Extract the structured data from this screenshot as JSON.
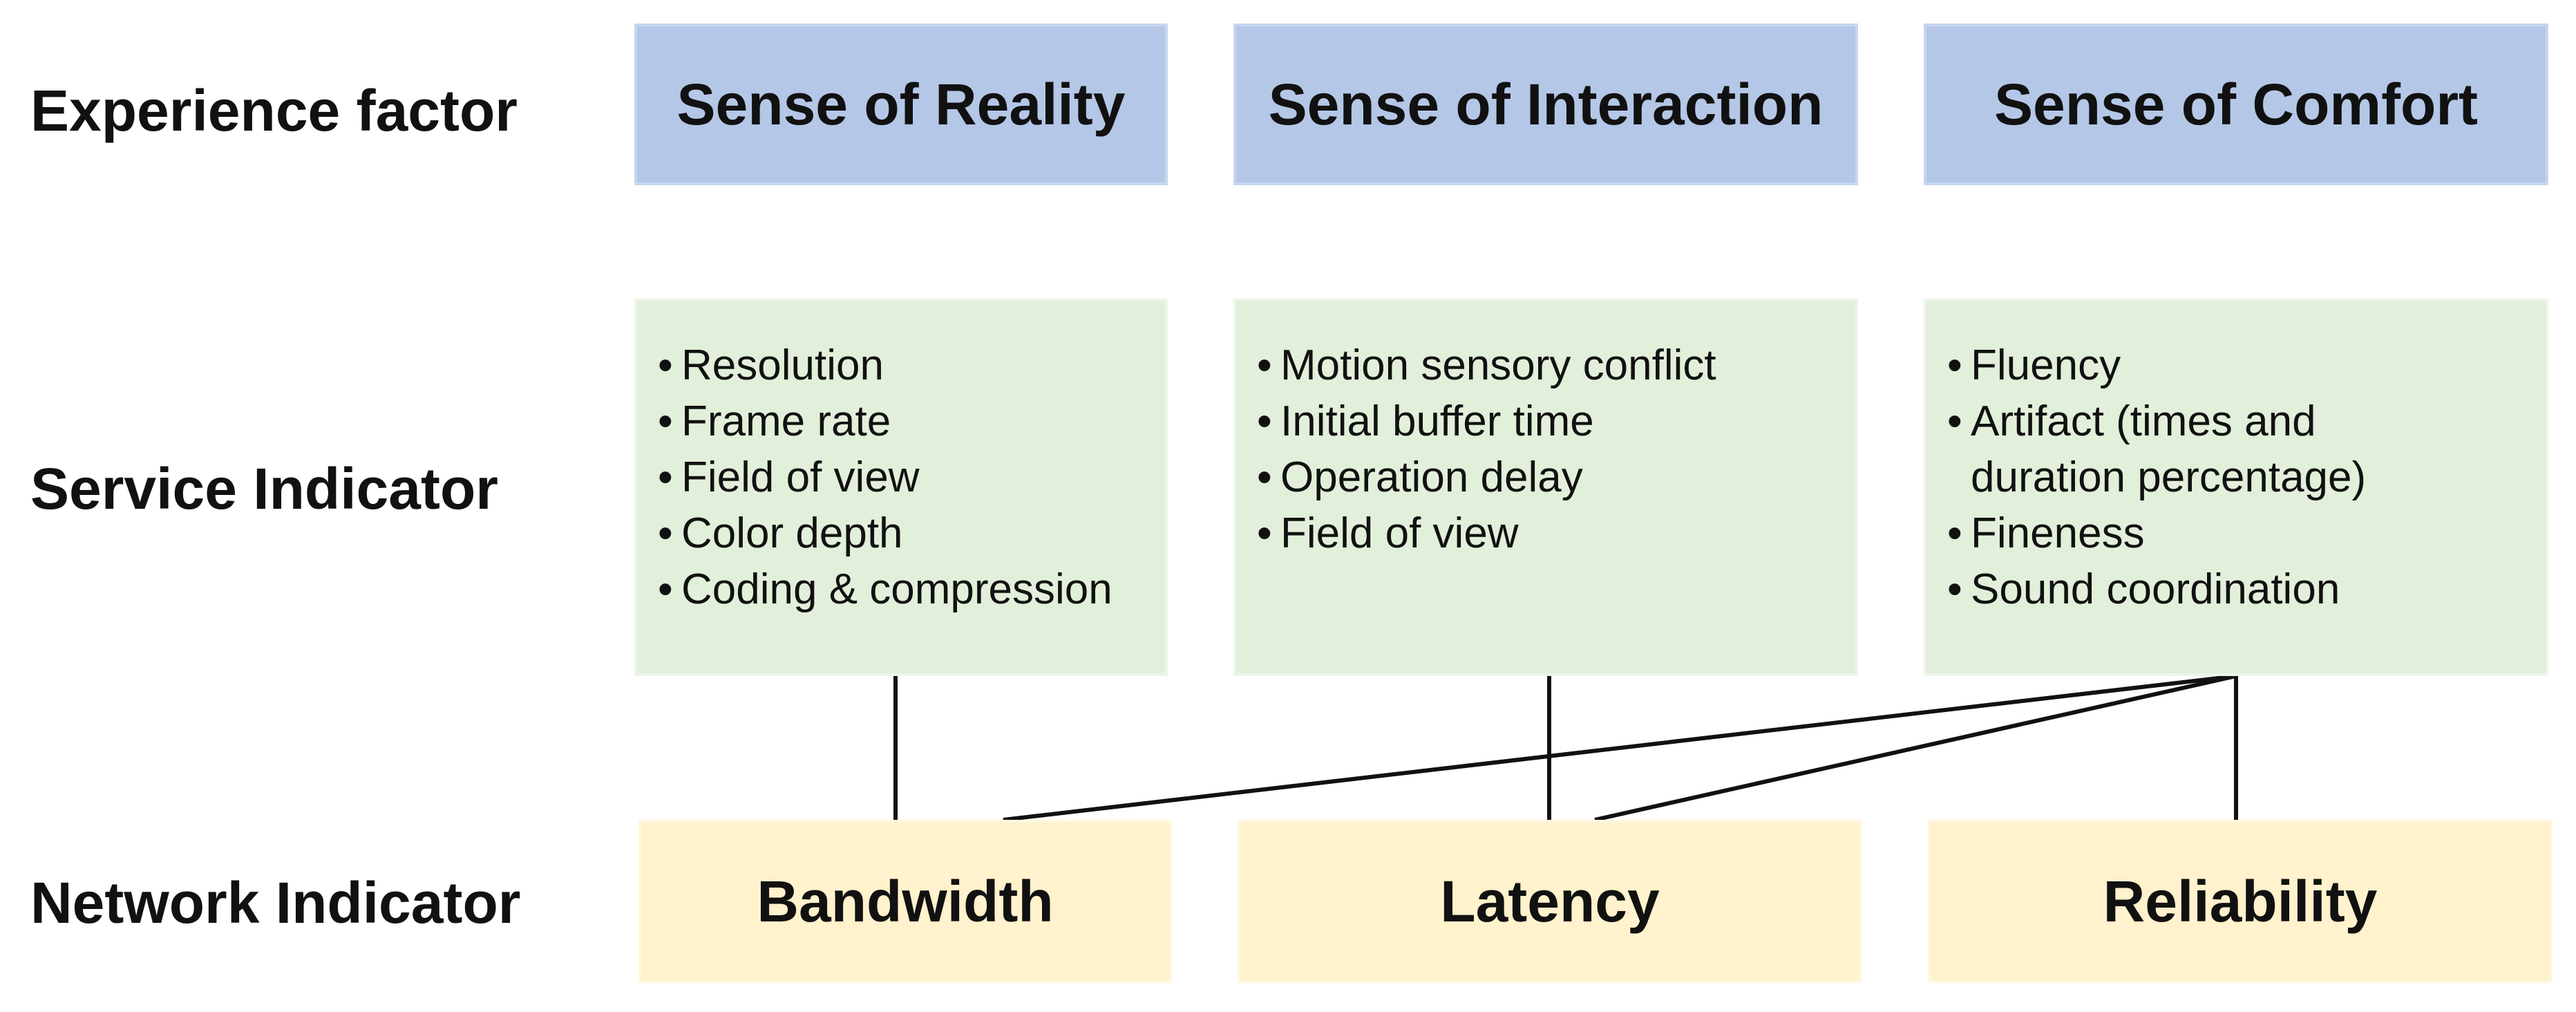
{
  "rows": {
    "experience_label": "Experience factor",
    "service_label": "Service Indicator",
    "network_label": "Network Indicator"
  },
  "experience_factors": [
    "Sense of Reality",
    "Sense of Interaction",
    "Sense of Comfort"
  ],
  "service_indicators": [
    {
      "items": [
        "Resolution",
        "Frame rate",
        "Field of view",
        "Color depth",
        "Coding & compression"
      ]
    },
    {
      "items": [
        "Motion sensory conflict",
        "Initial buffer time",
        "Operation delay",
        "Field of view"
      ]
    },
    {
      "items": [
        "Fluency",
        "Artifact (times and",
        "duration percentage)",
        "Fineness",
        "Sound coordination"
      ],
      "continuation_lines": [
        2
      ]
    }
  ],
  "network_indicators": [
    "Bandwidth",
    "Latency",
    "Reliability"
  ],
  "connections": [
    {
      "from": "Sense of Reality",
      "to": "Bandwidth"
    },
    {
      "from": "Sense of Interaction",
      "to": "Latency"
    },
    {
      "from": "Sense of Comfort",
      "to": "Bandwidth"
    },
    {
      "from": "Sense of Comfort",
      "to": "Latency"
    },
    {
      "from": "Sense of Comfort",
      "to": "Reliability"
    }
  ],
  "colors": {
    "experience_fill": "#b4c7e7",
    "service_fill": "#e2efda",
    "network_fill": "#fff2cc",
    "connector": "#111111"
  }
}
